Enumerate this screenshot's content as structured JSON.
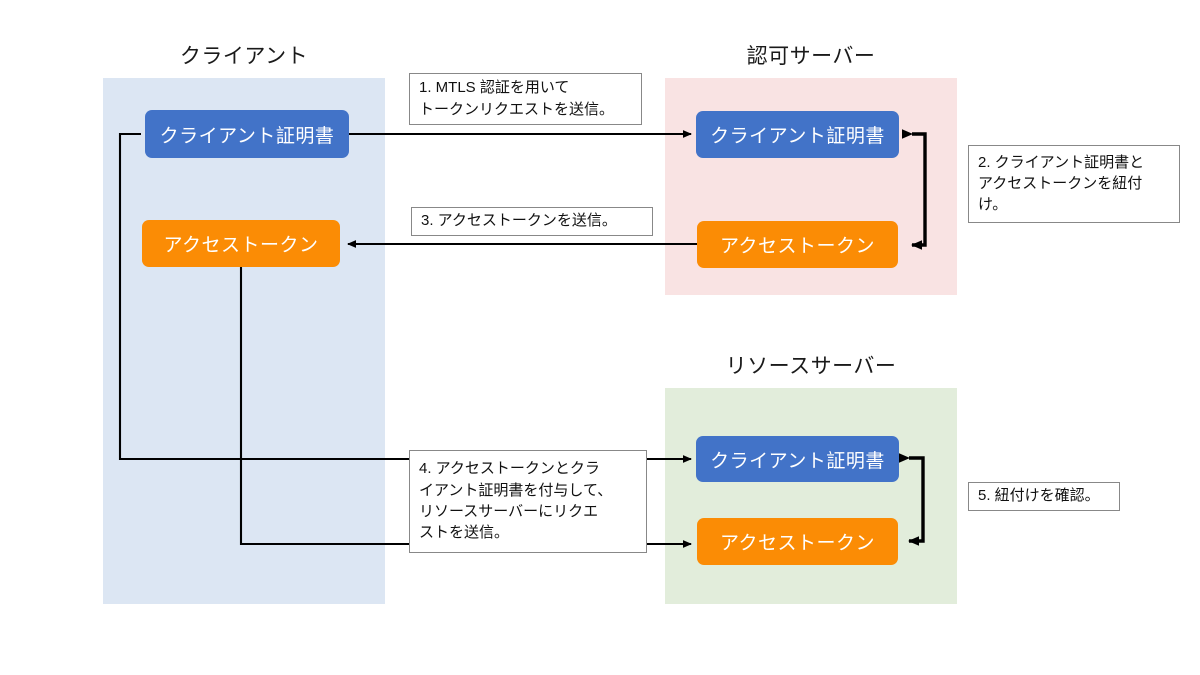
{
  "diagram": {
    "title_hidden": "",
    "colors": {
      "client_panel": "#DCE6F3",
      "auth_panel": "#F9E3E3",
      "resource_panel": "#E2EDDB",
      "certificate_box": "#4273C8",
      "token_box": "#FB8C05",
      "line": "#000000",
      "note_border": "#888888"
    }
  },
  "panels": [
    {
      "key": "client",
      "title": "クライアント"
    },
    {
      "key": "auth",
      "title": "認可サーバー"
    },
    {
      "key": "resource",
      "title": "リソースサーバー"
    }
  ],
  "nodes": {
    "client_cert": "クライアント証明書",
    "client_token": "アクセストークン",
    "auth_cert": "クライアント証明書",
    "auth_token": "アクセストークン",
    "resource_cert": "クライアント証明書",
    "resource_token": "アクセストークン"
  },
  "notes": {
    "step1": {
      "line1": "1. MTLS 認証を用いて",
      "line2": "トークンリクエストを送信。"
    },
    "step2": {
      "line1": "2. クライアント証明書と",
      "line2": "アクセストークンを紐付",
      "line3": "け。"
    },
    "step3": {
      "line1": "3. アクセストークンを送信。"
    },
    "step4": {
      "line1": "4. アクセストークンとクラ",
      "line2": "イアント証明書を付与して、",
      "line3": "リソースサーバーにリクエ",
      "line4": "ストを送信。"
    },
    "step5": {
      "line1": "5. 紐付けを確認。"
    }
  }
}
